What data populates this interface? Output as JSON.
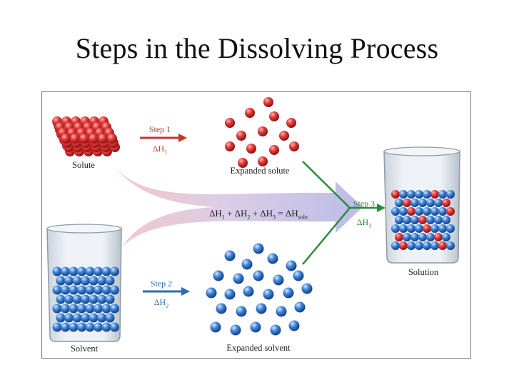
{
  "title": "Steps in the Dissolving Process",
  "labels": {
    "solute": "Solute",
    "solvent": "Solvent",
    "expanded_solute": "Expanded solute",
    "expanded_solvent": "Expanded solvent",
    "solution": "Solution"
  },
  "steps": {
    "step1": {
      "label": "Step 1",
      "delta": "ΔH",
      "sub": "1"
    },
    "step2": {
      "label": "Step 2",
      "delta": "ΔH",
      "sub": "2"
    },
    "step3": {
      "label": "Step 3",
      "delta": "ΔH",
      "sub": "3"
    }
  },
  "equation": {
    "t1": "ΔH",
    "s1": "1",
    "p1": " + ΔH",
    "s2": "2",
    "p2": " + ΔH",
    "s3": "3",
    "eq": " = ΔH",
    "s4": "soln"
  },
  "colors": {
    "solute_red": "#d62828",
    "solvent_blue": "#2f6fc4",
    "step1": "#c0392b",
    "step2": "#2b6ea8",
    "step3": "#2c8a3a"
  }
}
